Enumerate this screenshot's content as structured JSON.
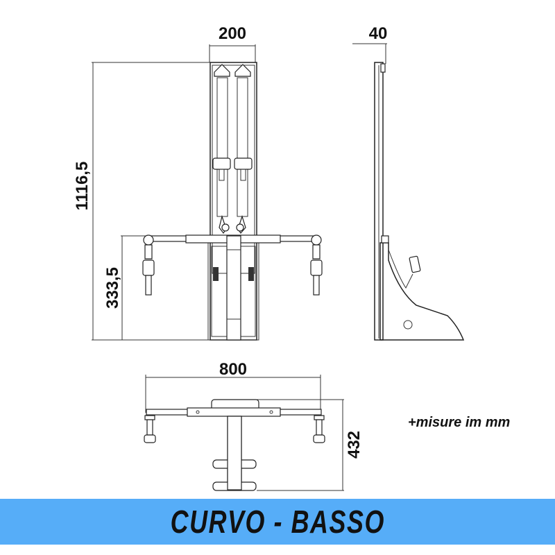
{
  "dimensions": {
    "front_width": "200",
    "side_depth": "40",
    "total_height": "1116,5",
    "lower_height": "333,5",
    "top_view_width": "800",
    "top_view_depth": "432"
  },
  "note": "+misure im mm",
  "banner": {
    "title": "CURVO - BASSO",
    "color": "#56adf8"
  }
}
